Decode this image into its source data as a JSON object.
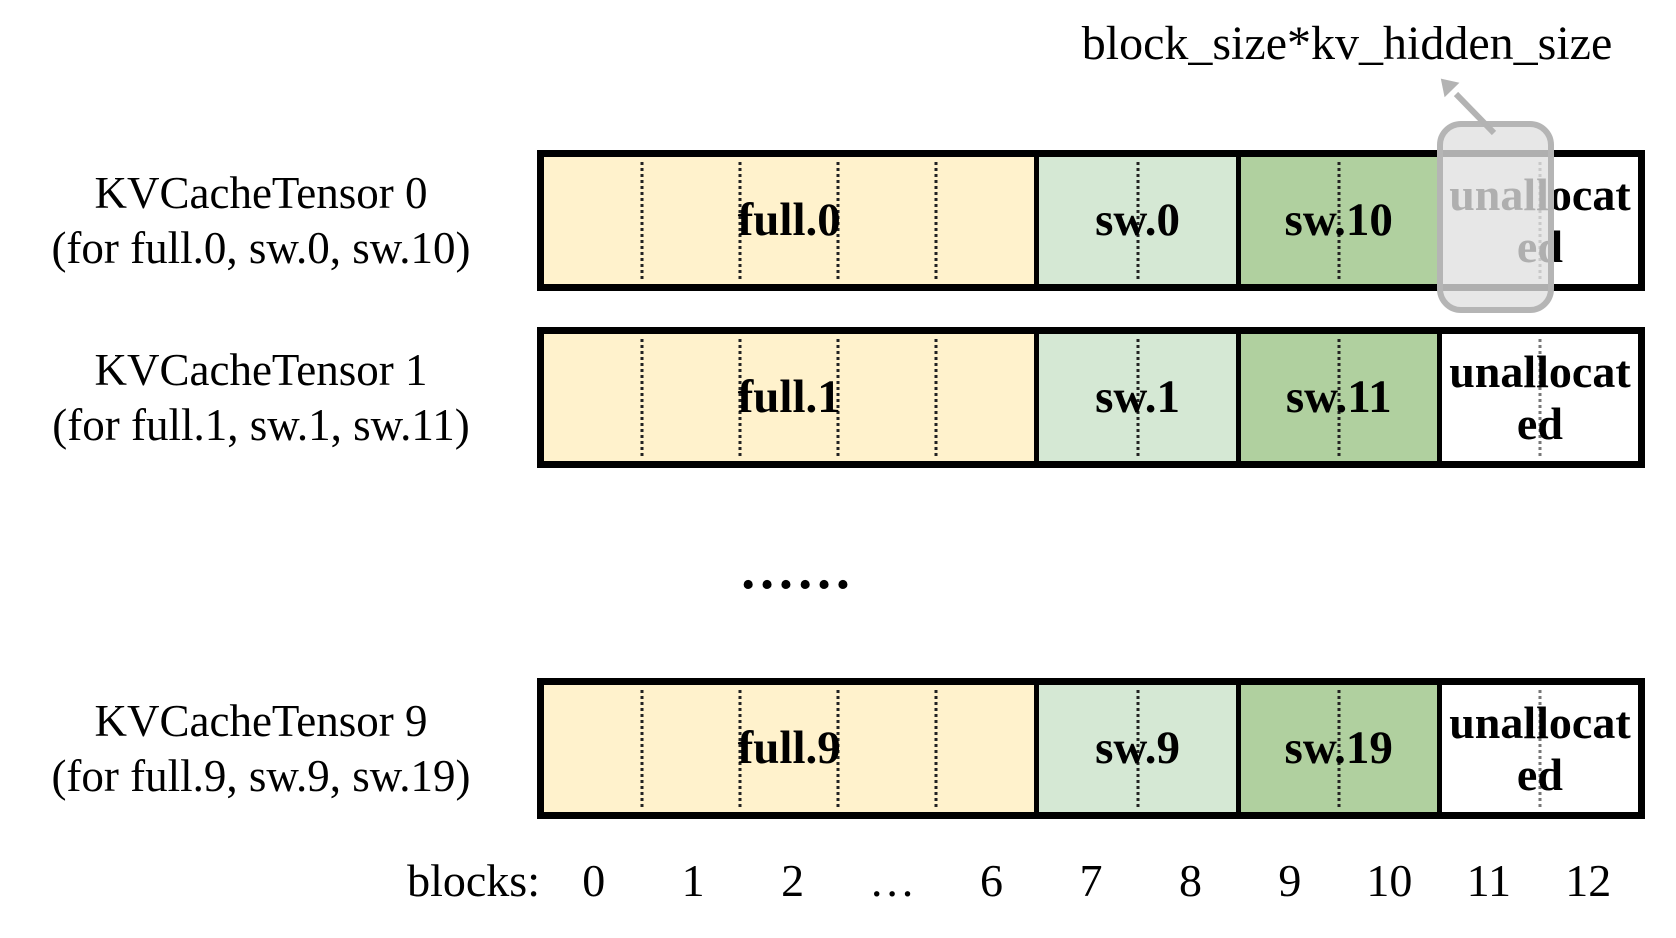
{
  "annotation": {
    "text": "block_size*kv_hidden_size"
  },
  "ellipsis": "……",
  "rows": [
    {
      "name_line": "KVCacheTensor 0",
      "detail_line": "(for full.0, sw.0, sw.10)",
      "segments": {
        "full": "full.0",
        "sw_early": "sw.0",
        "sw_late": "sw.10",
        "unallocated": "unallocated"
      },
      "highlighted": true
    },
    {
      "name_line": "KVCacheTensor 1",
      "detail_line": "(for full.1, sw.1, sw.11)",
      "segments": {
        "full": "full.1",
        "sw_early": "sw.1",
        "sw_late": "sw.11",
        "unallocated": "unallocated"
      },
      "highlighted": false
    },
    {
      "name_line": "KVCacheTensor 9",
      "detail_line": "(for full.9, sw.9, sw.19)",
      "segments": {
        "full": "full.9",
        "sw_early": "sw.9",
        "sw_late": "sw.19",
        "unallocated": "unallocated"
      },
      "highlighted": false
    }
  ],
  "axis": {
    "label": "blocks:",
    "ticks": [
      "0",
      "1",
      "2",
      "…",
      "6",
      "7",
      "8",
      "9",
      "10",
      "11",
      "12"
    ]
  },
  "layout_hint": {
    "full_blocks_per_row": 5,
    "sw_early_blocks": 2,
    "sw_late_blocks": 2,
    "unallocated_blocks": 2
  },
  "colors": {
    "full_segment": "#FFF2CC",
    "sw_early_segment": "#D5E8D4",
    "sw_late_segment": "#B0D09F",
    "unallocated_segment": "#FFFFFF",
    "highlight_fill": "rgba(224,224,224,0.78)",
    "highlight_border": "#B5B5B5",
    "arrow": "#B3B3B3",
    "border": "#000000"
  }
}
